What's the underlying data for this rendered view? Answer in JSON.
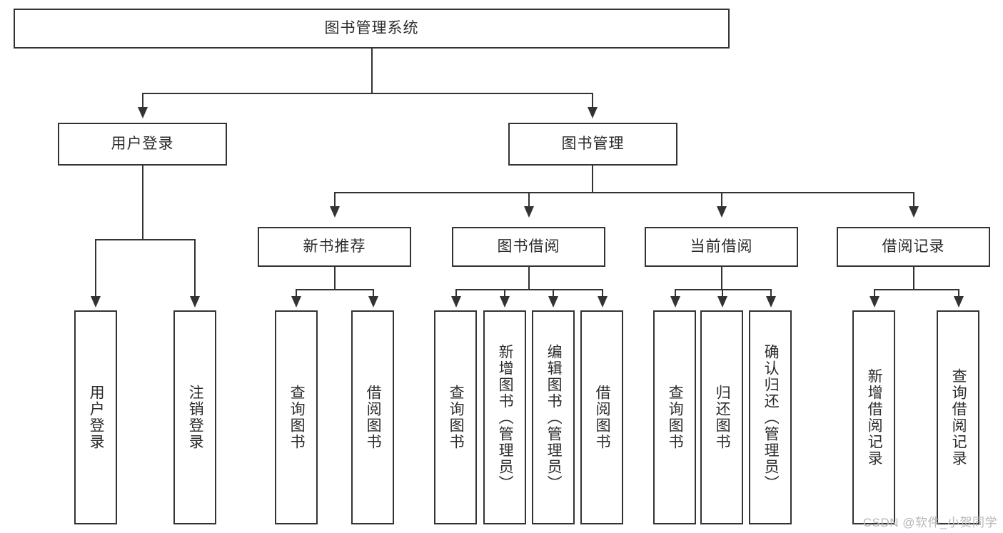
{
  "diagram": {
    "type": "tree-hierarchy",
    "title": "图书管理系统",
    "root": {
      "label": "图书管理系统"
    },
    "level2": [
      {
        "id": "user-login",
        "label": "用户登录"
      },
      {
        "id": "book-manage",
        "label": "图书管理"
      }
    ],
    "level3": [
      {
        "id": "new-book-recommend",
        "label": "新书推荐",
        "parent": "book-manage"
      },
      {
        "id": "book-borrow",
        "label": "图书借阅",
        "parent": "book-manage"
      },
      {
        "id": "current-borrow",
        "label": "当前借阅",
        "parent": "book-manage"
      },
      {
        "id": "borrow-record",
        "label": "借阅记录",
        "parent": "book-manage"
      }
    ],
    "leaves": {
      "user_login": [
        {
          "id": "leaf-user-login",
          "label": "用户登录"
        },
        {
          "id": "leaf-user-logout",
          "label": "注销登录"
        }
      ],
      "new_book_recommend": [
        {
          "id": "leaf-query-book-1",
          "label": "查询图书"
        },
        {
          "id": "leaf-borrow-book-1",
          "label": "借阅图书"
        }
      ],
      "book_borrow": [
        {
          "id": "leaf-query-book-2",
          "label": "查询图书"
        },
        {
          "id": "leaf-add-book",
          "label": "新增图书（管理员）"
        },
        {
          "id": "leaf-edit-book",
          "label": "编辑图书（管理员）"
        },
        {
          "id": "leaf-borrow-book-2",
          "label": "借阅图书"
        }
      ],
      "current_borrow": [
        {
          "id": "leaf-query-book-3",
          "label": "查询图书"
        },
        {
          "id": "leaf-return-book",
          "label": "归还图书"
        },
        {
          "id": "leaf-confirm-return",
          "label": "确认归还（管理员）"
        }
      ],
      "borrow_record": [
        {
          "id": "leaf-add-record",
          "label": "新增借阅记录"
        },
        {
          "id": "leaf-query-record",
          "label": "查询借阅记录"
        }
      ]
    }
  },
  "watermark": {
    "text": "CSDN @软件_小贺同学"
  },
  "colors": {
    "stroke": "#333333",
    "node_fill": "#ffffff",
    "text": "#2b2b2b",
    "watermark": "#b8b8b8",
    "background": "#ffffff"
  }
}
